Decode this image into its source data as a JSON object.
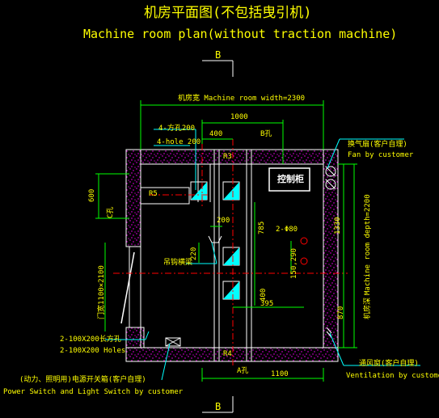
{
  "title": {
    "cn": "机房平面图(不包括曳引机)",
    "en": "Machine room plan(without traction machine)"
  },
  "labels": {
    "section_top": "B",
    "section_bottom": "B",
    "width_dim": "机房宽 Machine room width=2300",
    "dim_1000": "1000",
    "dim_400": "400",
    "b_hole": "B孔",
    "holes_cn": "4-方孔200",
    "holes_en": "4-hole 200",
    "r3": "R3",
    "r5": "R5",
    "c_hole": "C孔",
    "dim_600": "600",
    "control_cabinet": "控制柜",
    "fan_cn": "换气扇(客户自理)",
    "fan_en": "Fan by customer",
    "dim_1330": "1330",
    "depth_cn": "机房深",
    "depth_en": "Machine room depth=2200",
    "dim_200": "200",
    "dim_785": "785",
    "phi": "2-Φ80",
    "dim_220": "220",
    "hoist_beam": "吊钩横梁",
    "dim_150_290": "150,290",
    "door_width": "门宽1100×2100",
    "dim_400b": "400",
    "dim_395": "395",
    "dim_870": "870",
    "holes2_cn": "2-100X200长方孔",
    "holes2_en": "2-100X200 Holes",
    "r4": "R4",
    "a_hole": "A孔",
    "dim_1100": "1100",
    "vent_cn": "通风窗(客户自理)",
    "vent_en": "Ventilation by customer",
    "switch_cn": "(动力、照明用)电源开关箱(客户自理)",
    "switch_en": "Power Switch and Light Switch by customer"
  },
  "colors": {
    "background": "#000000",
    "text": "#ffff00",
    "wall_outline": "#ffffff",
    "wall_fill": "#ff00ff",
    "dimension": "#00ff00",
    "centerline": "#ff0000",
    "hole_fill": "#00ffff",
    "callout": "#00ffff"
  }
}
